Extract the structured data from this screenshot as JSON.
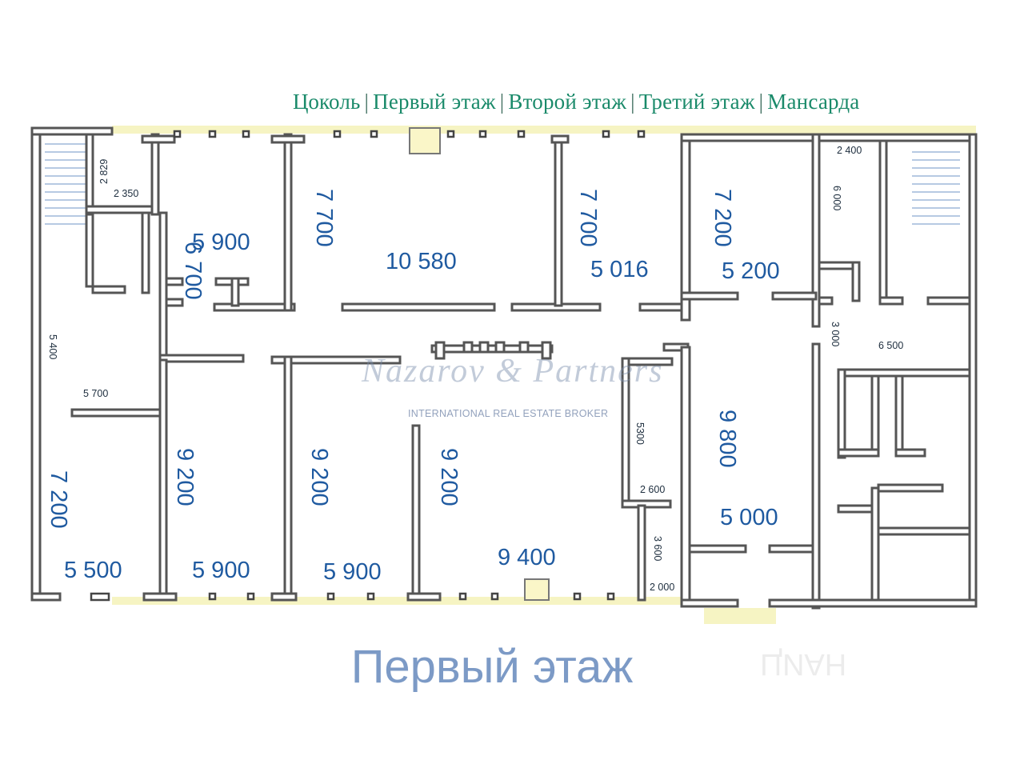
{
  "nav": {
    "items": [
      "Цоколь",
      "Первый этаж",
      "Второй этаж",
      "Третий этаж",
      "Мансарда"
    ],
    "separator": "|",
    "color": "#1a8a6a"
  },
  "title": "Первый этаж",
  "watermark": {
    "brand": "Nazarov & Partners",
    "tagline": "INTERNATIONAL REAL ESTATE BROKER"
  },
  "faint_mark": "ЦИАН",
  "colors": {
    "wall": "#555555",
    "label": "#1f5aa0",
    "highlight": "#f3f0a6"
  },
  "dimensions": {
    "d1": "2 829",
    "d2": "2 350",
    "d3": "6 700",
    "d4": "5 900",
    "d5": "7 700",
    "d6": "10 580",
    "d7": "7 700",
    "d8": "5 016",
    "d9": "7 200",
    "d10": "5 200",
    "d11": "2 400",
    "d12": "6 000",
    "d13": "3 000",
    "d14": "6 500",
    "d15": "5 400",
    "d16": "5 700",
    "d17": "7 200",
    "d18": "5 500",
    "d19": "9 200",
    "d20": "5 900",
    "d21": "9 200",
    "d22": "5 900",
    "d23": "9 200",
    "d24": "9 400",
    "d25": "5300",
    "d26": "2 600",
    "d27": "3 600",
    "d28": "2 000",
    "d29": "9 800",
    "d30": "5 000"
  }
}
